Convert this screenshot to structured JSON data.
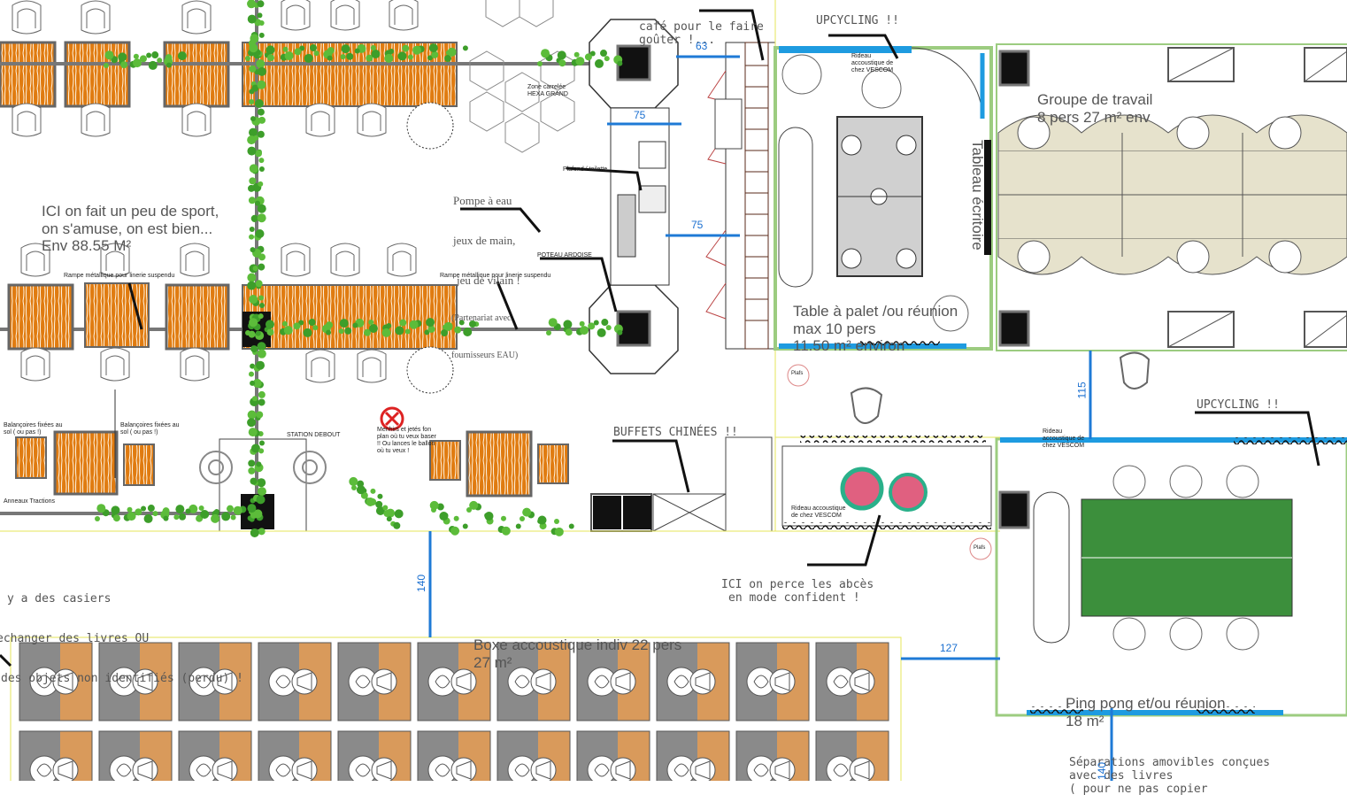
{
  "zones": {
    "sport": {
      "line1": "ICI on fait un peu de sport,",
      "line2": "on s'amuse, on est bien...",
      "line3": "Env 88.55 M²"
    },
    "pompe": {
      "line1": "Pompe à eau",
      "line2": "jeux de main,",
      "line3": "jeu de vilain !",
      "line4": "(Partenariat avec",
      "line5": "fournisseurs EAU)"
    },
    "cafe": {
      "line1": "café pour le faire",
      "line2": "goûter !..."
    },
    "upcycling_top": "UPCYCLING !!",
    "upcycling_right": "UPCYCLING !!",
    "groupe": {
      "line1": "Groupe de travail",
      "line2": "8 pers 27 m² env"
    },
    "tableau": "Tableau écritoire",
    "table_palet": {
      "line1": "Table à palet /ou réunion",
      "line2": "max 10 pers",
      "line3": "11.50 m² environ"
    },
    "buffets": "BUFFETS CHINÉES !!",
    "perce": {
      "line1": "ICI on perce les abcès",
      "line2": "en mode confident !"
    },
    "casiers": {
      "line1": "y a des casiers",
      "line2": "echanger des livres OU",
      "line3": "des objets non identifiés (perdu) !"
    },
    "boxe": {
      "line1": "Boxe accoustique indiv 22 pers",
      "line2": "27 m²"
    },
    "pingpong": {
      "line1": "Ping pong et/ou réunion",
      "line2": "18 m²"
    },
    "separations": {
      "line1": "Séparations amovibles conçues",
      "line2": "avec des livres",
      "line3": "( pour ne pas copier"
    }
  },
  "small_labels": {
    "zone_carrelee": "Zone carrelée",
    "hexa_grand": "HEXA GRAND",
    "poteau": "POTEAU ARDOISE",
    "rampe1": "Rampe métallique pour linerie suspendu",
    "rampe2": "Rampe métallique pour linerie suspendu",
    "balancoires1": "Balançoires fixées au sol ( ou pas !)",
    "balancoires2": "Balançoires fixées au sol ( ou pas !)",
    "station": "STATION DEBOUT",
    "anneaux": "Anneaux Tractions",
    "menhirs": "Menhirs et jetés fon plan où tu veux baser !! Ou lances le ballon où tu veux !",
    "rideau1": "Rideau accoustique de chez VESCOM",
    "rideau2": "Rideau accoustique de chez VESCOM",
    "rideau3": "Rideau accoustique de chez VESCOM",
    "plafond": "Plafond / toilette",
    "plafs1": "Plafs",
    "plafs2": "Plafs"
  },
  "dimensions": {
    "d63": "63",
    "d75a": "75",
    "d75b": "75",
    "d115": "115",
    "d140": "140",
    "d127": "127",
    "d140b": "140"
  }
}
